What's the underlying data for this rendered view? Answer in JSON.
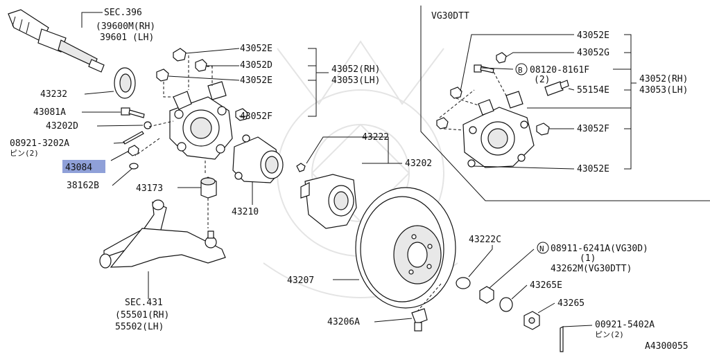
{
  "highlight_color": "#8fa0d8",
  "diagram_code": "A4300055",
  "variant_label": "VG30DTT",
  "left": {
    "sec396": {
      "title": "SEC.396",
      "l1": "(39600M(RH)",
      "l2": "39601 (LH)"
    },
    "p43232": "43232",
    "p43081A": "43081A",
    "p43202D": "43202D",
    "p08921": {
      "num": "08921-3202A",
      "sub": "ピン(2)"
    },
    "p43084": "43084",
    "p38162B": "38162B",
    "p43173": "43173",
    "p43210": "43210",
    "sec431": {
      "title": "SEC.431",
      "l1": "(55501(RH)",
      "l2": "55502(LH)"
    },
    "p43052E_1": "43052E",
    "p43052D": "43052D",
    "p43052E_2": "43052E",
    "p43052F": "43052F",
    "group_rh": "43052(RH)",
    "group_lh": "43053(LH)",
    "p43222": "43222",
    "p43202": "43202",
    "p43207": "43207",
    "p43206A": "43206A",
    "p43222C": "43222C",
    "nut": {
      "mark": "N",
      "num": "08911-6241A(VG30D)",
      "qty": "(1)",
      "alt": "43262M(VG30DTT)"
    },
    "p43265E": "43265E",
    "p43265": "43265",
    "p00921": {
      "num": "00921-5402A",
      "sub": "ピン(2)"
    }
  },
  "right": {
    "p43052E_top": "43052E",
    "p43052G": "43052G",
    "bolt": {
      "mark": "B",
      "num": "08120-8161F",
      "qty": "(2)"
    },
    "p55154E": "55154E",
    "p43052F": "43052F",
    "p43052E_bot": "43052E",
    "group_rh": "43052(RH)",
    "group_lh": "43053(LH)"
  }
}
